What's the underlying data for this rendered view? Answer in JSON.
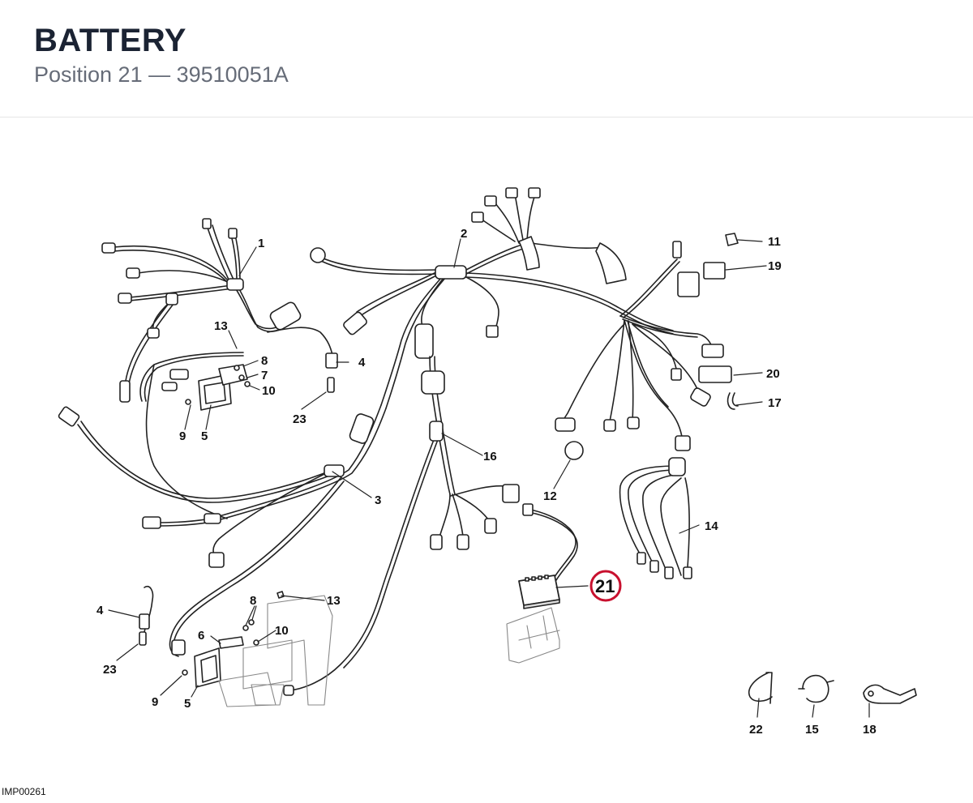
{
  "header": {
    "title": "BATTERY",
    "subtitle": "Position 21 — 39510051A"
  },
  "diagram": {
    "highlight_color": "#c8102e",
    "highlighted_callout": "21",
    "callouts": {
      "c1": "1",
      "c2": "2",
      "c3": "3",
      "c4a": "4",
      "c4b": "4",
      "c5a": "5",
      "c5b": "5",
      "c6": "6",
      "c7": "7",
      "c8a": "8",
      "c8b": "8",
      "c9a": "9",
      "c9b": "9",
      "c10a": "10",
      "c10b": "10",
      "c11": "11",
      "c12": "12",
      "c13a": "13",
      "c13b": "13",
      "c14": "14",
      "c15": "15",
      "c16": "16",
      "c17": "17",
      "c18": "18",
      "c19": "19",
      "c20": "20",
      "c21": "21",
      "c22": "22",
      "c23a": "23",
      "c23b": "23"
    }
  },
  "footer": {
    "code": "IMP00261"
  }
}
